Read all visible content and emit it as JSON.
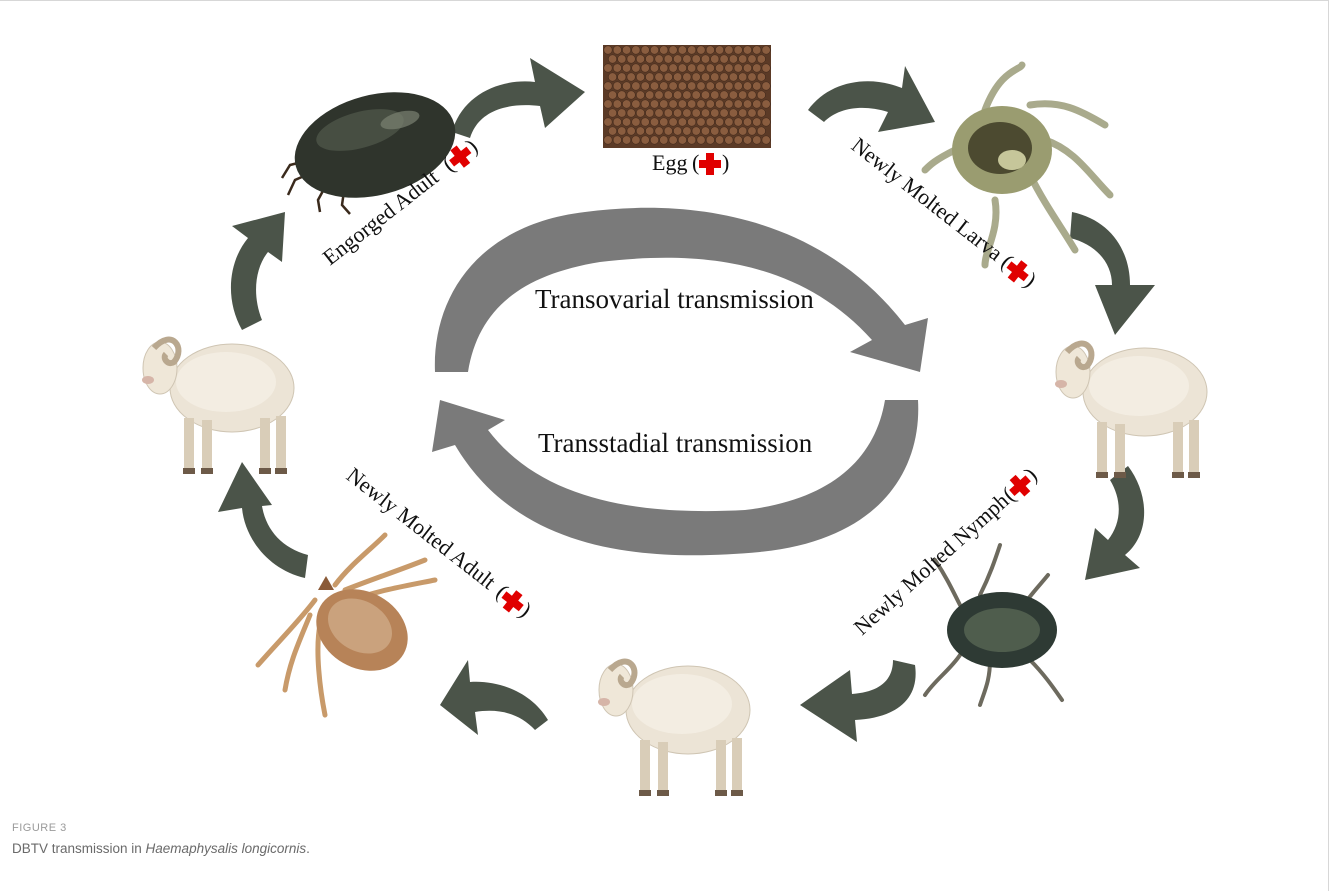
{
  "stages": {
    "egg": "Egg",
    "larva": "Newly Molted Larva",
    "nymph": "Newly Molted Nymph",
    "adult": "Newly Molted Adult",
    "engorged": "Engorged Adult"
  },
  "center": {
    "top": "Transovarial transmission",
    "bottom": "Transstadial transmission"
  },
  "positive_marker": "+",
  "colors": {
    "cycle_arrow": "#4b5449",
    "center_arrow": "#7a7a7a",
    "marker": "#e00000"
  },
  "caption": {
    "label": "FIGURE 3",
    "text_prefix": "DBTV transmission in ",
    "species": "Haemaphysalis longicornis",
    "text_suffix": "."
  }
}
